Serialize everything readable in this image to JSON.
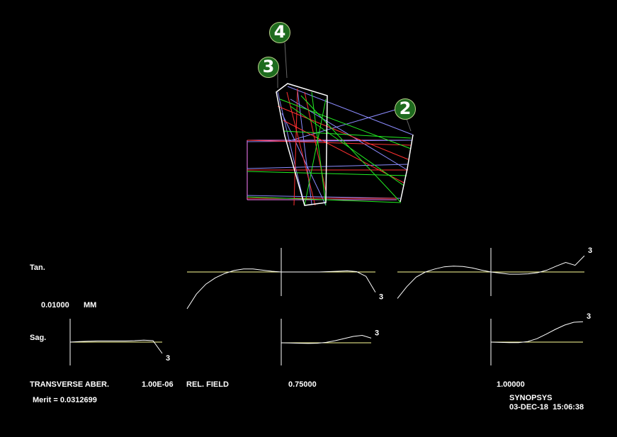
{
  "chart_data": {
    "type": "line",
    "title": "",
    "colors": {
      "background": "#000000",
      "axis": "#ffffff",
      "baseline": "#ffff99",
      "curve": "#ffffff",
      "ray_red": "#ff3030",
      "ray_green": "#22ee22",
      "ray_blue": "#8c8cff",
      "lens": "#ffffff",
      "aperture": "#ff80ff",
      "badge_fill": "#1e6b1e"
    },
    "lens_diagram": {
      "surface_labels": [
        "4",
        "3",
        "2"
      ]
    },
    "labels": {
      "tan": "Tan.",
      "sag": "Sag.",
      "scale": "0.01000",
      "scale_unit": "MM",
      "transverse": "TRANSVERSE ABER.",
      "tolerance": "1.00E-06",
      "rel_field": "REL. FIELD",
      "field_mid": "0.75000",
      "field_full": "1.00000",
      "merit": "Merit = 0.0312699",
      "program": "SYNOPSYS",
      "datetime": "03-DEC-18  15:06:38"
    },
    "units": "MM",
    "scale_mm": 0.01,
    "panels": [
      {
        "kind": "tangential",
        "rel_field": 0.75,
        "end_label": "3",
        "x": [
          -1,
          -0.9,
          -0.8,
          -0.7,
          -0.6,
          -0.5,
          -0.4,
          -0.3,
          -0.2,
          -0.1,
          0,
          0.1,
          0.2,
          0.3,
          0.4,
          0.5,
          0.6,
          0.7,
          0.8,
          0.9,
          1
        ],
        "y": [
          -1,
          -0.6,
          -0.33,
          -0.16,
          -0.04,
          0.04,
          0.08,
          0.08,
          0.05,
          0.02,
          0,
          0.0,
          0.0,
          0.0,
          0.0,
          0.01,
          0.02,
          0.03,
          0.01,
          -0.12,
          -0.55
        ]
      },
      {
        "kind": "tangential",
        "rel_field": 1.0,
        "end_label": "3",
        "x": [
          -1,
          -0.9,
          -0.8,
          -0.7,
          -0.6,
          -0.5,
          -0.4,
          -0.3,
          -0.2,
          -0.1,
          0,
          0.1,
          0.2,
          0.3,
          0.4,
          0.5,
          0.6,
          0.7,
          0.8,
          0.9,
          1
        ],
        "y": [
          -0.72,
          -0.4,
          -0.14,
          0.0,
          0.08,
          0.14,
          0.16,
          0.15,
          0.11,
          0.05,
          0,
          -0.03,
          -0.06,
          -0.06,
          -0.05,
          -0.02,
          0.05,
          0.16,
          0.26,
          0.18,
          0.44
        ]
      },
      {
        "kind": "sagittal",
        "rel_field": 0.0,
        "end_label": "3",
        "x": [
          0,
          0.1,
          0.2,
          0.3,
          0.4,
          0.5,
          0.6,
          0.7,
          0.8,
          0.9,
          1
        ],
        "y": [
          0,
          0.02,
          0.03,
          0.04,
          0.04,
          0.04,
          0.04,
          0.05,
          0.07,
          0.05,
          -0.4
        ]
      },
      {
        "kind": "sagittal",
        "rel_field": 0.75,
        "end_label": "3",
        "x": [
          0,
          0.1,
          0.2,
          0.3,
          0.4,
          0.5,
          0.6,
          0.7,
          0.8,
          0.9,
          1
        ],
        "y": [
          0,
          -0.01,
          -0.02,
          -0.03,
          -0.02,
          0.02,
          0.1,
          0.2,
          0.3,
          0.35,
          0.22
        ]
      },
      {
        "kind": "sagittal",
        "rel_field": 1.0,
        "end_label": "3",
        "x": [
          0,
          0.1,
          0.2,
          0.3,
          0.4,
          0.5,
          0.6,
          0.7,
          0.8,
          0.9,
          1
        ],
        "y": [
          0,
          -0.01,
          -0.02,
          -0.02,
          0.02,
          0.12,
          0.28,
          0.45,
          0.6,
          0.7,
          0.72
        ]
      }
    ]
  }
}
